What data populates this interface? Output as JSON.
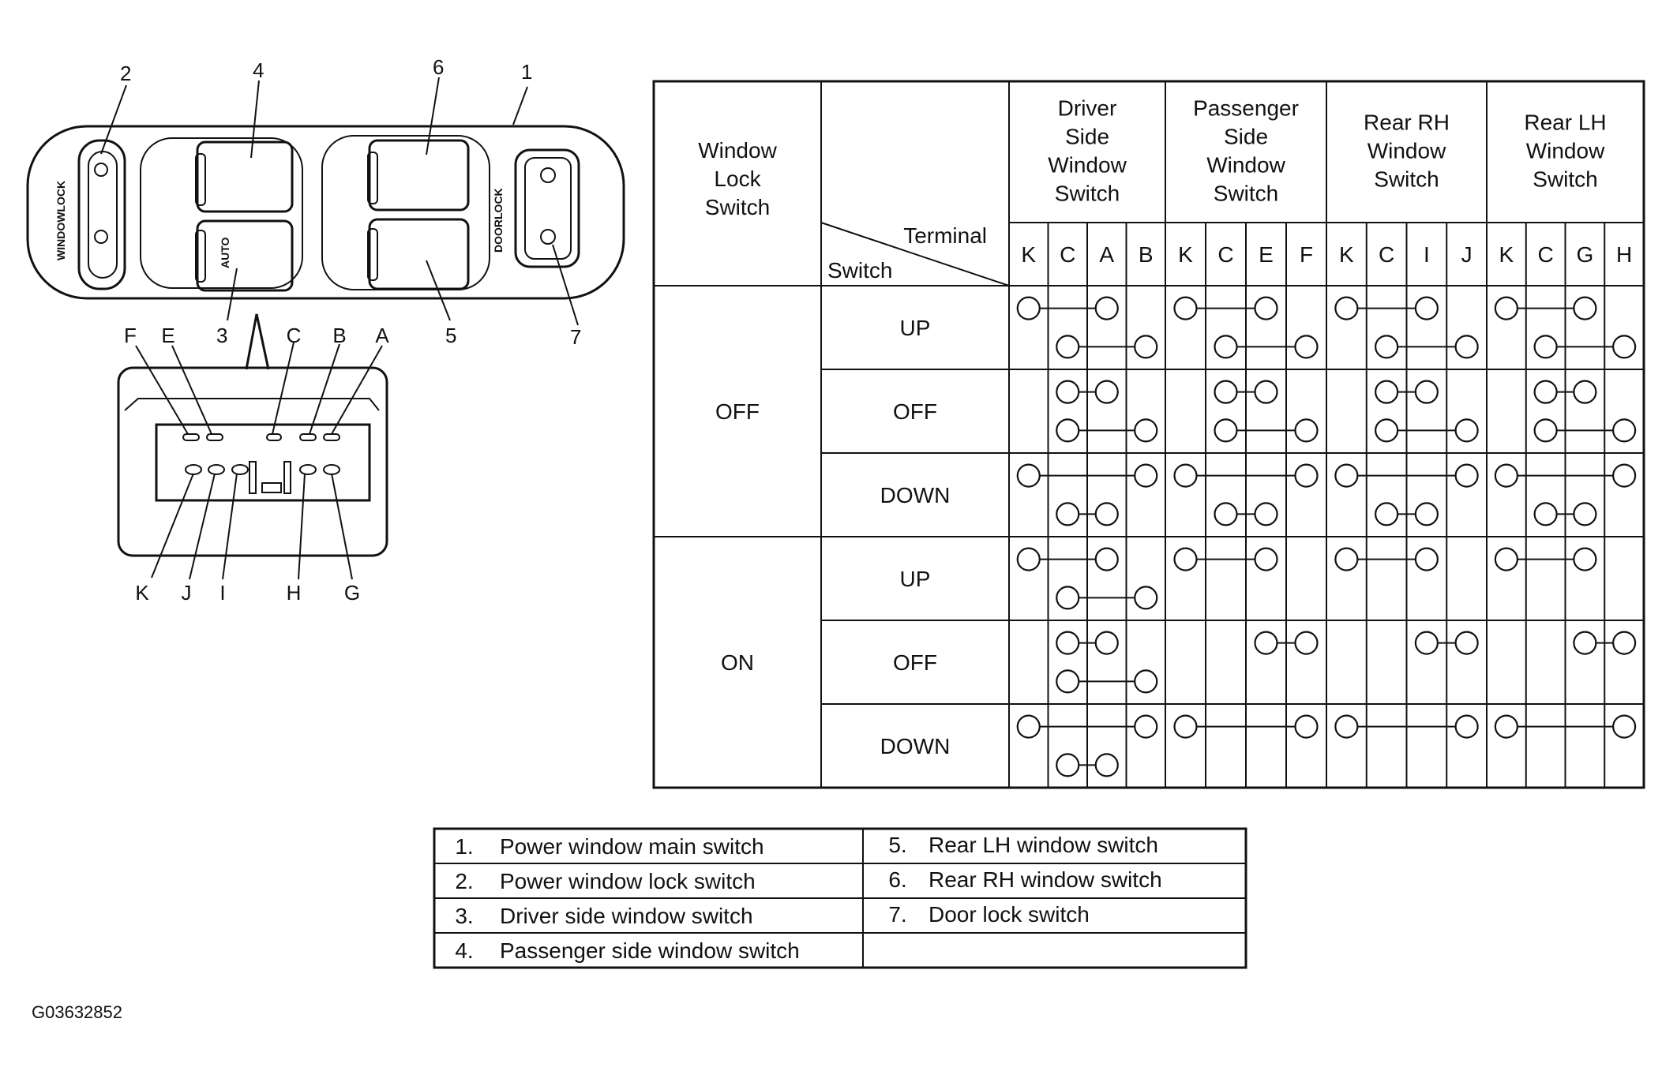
{
  "callouts": {
    "n1": "1",
    "n2": "2",
    "n3": "3",
    "n4": "4",
    "n5": "5",
    "n6": "6",
    "n7": "7"
  },
  "switch_text": {
    "window_lock": "WINDOWLOCK",
    "auto": "AUTO",
    "door_lock": "DOORLOCK"
  },
  "connector_terminals": {
    "top": [
      "F",
      "E",
      "C",
      "B",
      "A"
    ],
    "bottom": [
      "K",
      "J",
      "I",
      "H",
      "G"
    ]
  },
  "table": {
    "col_window_lock": [
      "Window",
      "Lock",
      "Switch"
    ],
    "terminal_label": "Terminal",
    "switch_label": "Switch",
    "groups": [
      {
        "title": [
          "Driver",
          "Side",
          "Window",
          "Switch"
        ],
        "terminals": [
          "K",
          "C",
          "A",
          "B"
        ]
      },
      {
        "title": [
          "Passenger",
          "Side",
          "Window",
          "Switch"
        ],
        "terminals": [
          "K",
          "C",
          "E",
          "F"
        ]
      },
      {
        "title": [
          "Rear RH",
          "Window",
          "Switch"
        ],
        "terminals": [
          "K",
          "C",
          "I",
          "J"
        ]
      },
      {
        "title": [
          "Rear LH",
          "Window",
          "Switch"
        ],
        "terminals": [
          "K",
          "C",
          "G",
          "H"
        ]
      }
    ],
    "lock_states": [
      "OFF",
      "ON"
    ],
    "switch_positions": [
      "UP",
      "OFF",
      "DOWN"
    ],
    "continuity": {
      "OFF": {
        "UP": [
          [
            [
              0,
              2
            ],
            [
              1,
              3
            ]
          ],
          [
            [
              0,
              2
            ],
            [
              1,
              3
            ]
          ],
          [
            [
              0,
              2
            ],
            [
              1,
              3
            ]
          ],
          [
            [
              0,
              2
            ],
            [
              1,
              3
            ]
          ]
        ],
        "OFF": [
          [
            [
              1,
              2
            ],
            [
              1,
              3
            ]
          ],
          [
            [
              1,
              2
            ],
            [
              1,
              3
            ]
          ],
          [
            [
              1,
              2
            ],
            [
              1,
              3
            ]
          ],
          [
            [
              1,
              2
            ],
            [
              1,
              3
            ]
          ]
        ],
        "DOWN": [
          [
            [
              0,
              3
            ],
            [
              1,
              2
            ]
          ],
          [
            [
              0,
              3
            ],
            [
              1,
              2
            ]
          ],
          [
            [
              0,
              3
            ],
            [
              1,
              2
            ]
          ],
          [
            [
              0,
              3
            ],
            [
              1,
              2
            ]
          ]
        ]
      },
      "ON": {
        "UP": [
          [
            [
              0,
              2
            ],
            [
              1,
              3
            ]
          ],
          [
            [
              0,
              2
            ]
          ],
          [
            [
              0,
              2
            ]
          ],
          [
            [
              0,
              2
            ]
          ]
        ],
        "OFF": [
          [
            [
              1,
              2
            ],
            [
              1,
              3
            ]
          ],
          [
            [
              2,
              3
            ]
          ],
          [
            [
              2,
              3
            ]
          ],
          [
            [
              2,
              3
            ]
          ]
        ],
        "DOWN": [
          [
            [
              0,
              3
            ],
            [
              1,
              2
            ]
          ],
          [
            [
              0,
              3
            ]
          ],
          [
            [
              0,
              3
            ]
          ],
          [
            [
              0,
              3
            ]
          ]
        ]
      }
    }
  },
  "legend": {
    "left": [
      {
        "num": "1.",
        "text": "Power window main switch"
      },
      {
        "num": "2.",
        "text": "Power window lock switch"
      },
      {
        "num": "3.",
        "text": "Driver side window switch"
      },
      {
        "num": "4.",
        "text": "Passenger side window switch"
      }
    ],
    "right": [
      {
        "num": "5.",
        "text": "Rear LH window switch"
      },
      {
        "num": "6.",
        "text": "Rear RH window switch"
      },
      {
        "num": "7.",
        "text": "Door lock switch"
      },
      {
        "num": "",
        "text": ""
      }
    ]
  },
  "figure_code": "G03632852"
}
